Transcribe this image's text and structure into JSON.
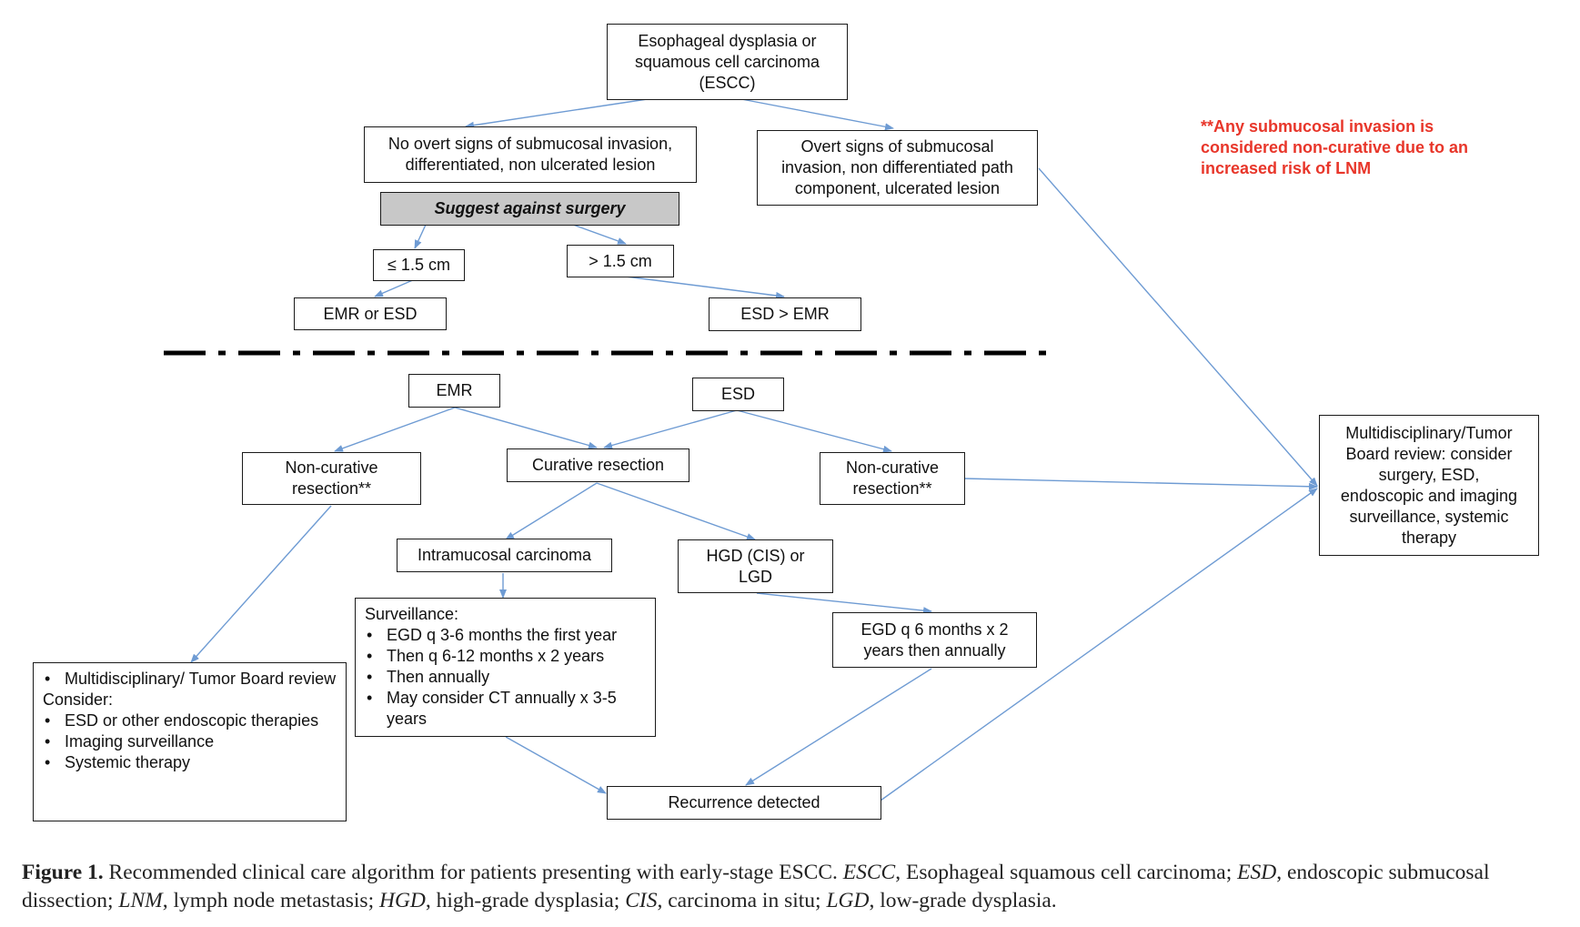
{
  "nodes": {
    "escc": [
      "Esophageal dysplasia or",
      "squamous cell carcinoma",
      "(ESCC)"
    ],
    "no_overt": [
      "No overt signs of submucosal invasion,",
      "differentiated, non ulcerated lesion"
    ],
    "overt": [
      "Overt signs of submucosal",
      "invasion, non differentiated path",
      "component, ulcerated lesion"
    ],
    "suggest": "Suggest against surgery",
    "le15": "≤ 1.5 cm",
    "gt15": "> 1.5 cm",
    "emr_or_esd": "EMR or ESD",
    "esd_gt_emr": "ESD > EMR",
    "emr": "EMR",
    "esd": "ESD",
    "noncurative_left": [
      "Non-curative",
      "resection**"
    ],
    "curative": "Curative resection",
    "noncurative_right": [
      "Non-curative",
      "resection**"
    ],
    "intramucosal": "Intramucosal carcinoma",
    "hgd": [
      "HGD (CIS) or",
      "LGD"
    ],
    "surveillance": {
      "title": "Surveillance:",
      "items": [
        "EGD q 3-6 months the first year",
        "Then q 6-12 months x 2 years",
        "Then annually",
        "May consider CT annually x 3-5 years"
      ]
    },
    "egd": [
      "EGD q 6 months x 2",
      "years then annually"
    ],
    "mdt_left": {
      "items_top": [
        "Multidisciplinary/ Tumor Board review"
      ],
      "consider": "Consider:",
      "items": [
        "ESD or other endoscopic therapies",
        "Imaging surveillance",
        "Systemic therapy"
      ]
    },
    "recurrence": "Recurrence detected",
    "mdt_right": [
      "Multidisciplinary/Tumor",
      "Board review: consider",
      "surgery, ESD,",
      "endoscopic and imaging",
      "surveillance, systemic",
      "therapy"
    ]
  },
  "note": [
    "**Any submucosal invasion is",
    "considered non-curative due to an",
    "increased risk of LNM"
  ],
  "caption": {
    "label": "Figure 1.",
    "text": " Recommended clinical care algorithm for patients presenting with early-stage ESCC. ",
    "abbr": [
      {
        "term": "ESCC",
        "def": ", Esophageal squamous cell carcinoma; "
      },
      {
        "term": "ESD",
        "def": ", endoscopic submucosal dissection; "
      },
      {
        "term": "LNM",
        "def": ", lymph node metastasis; "
      },
      {
        "term": "HGD",
        "def": ", high-grade dysplasia; "
      },
      {
        "term": "CIS",
        "def": ", carcinoma in situ; "
      },
      {
        "term": "LGD",
        "def": ", low-grade dysplasia."
      }
    ]
  },
  "colors": {
    "arrow": "#6e9bd3",
    "note": "#e8362a",
    "highlight_box": "#c8c8c8"
  }
}
